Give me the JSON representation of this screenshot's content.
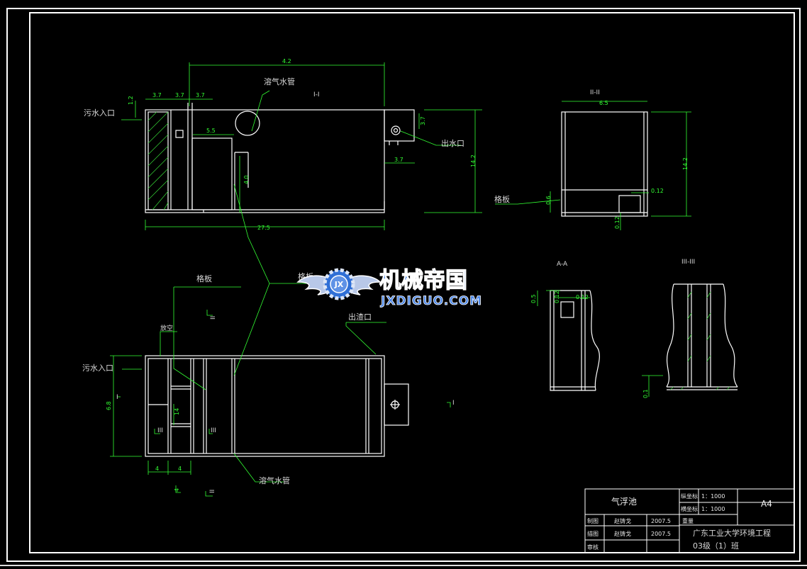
{
  "drawing": {
    "view_titles": {
      "section_1": "I-I",
      "section_2": "II-II",
      "section_a": "A-A",
      "section_3": "III-III"
    },
    "labels": {
      "inlet_top": "污水入口",
      "inlet_plan": "污水入口",
      "dissolved_air_pipe_top": "溶气水管",
      "dissolved_air_pipe_plan": "溶气水管",
      "outlet_top": "出水口",
      "outlet_plan": "出渣口",
      "grid_plate_right": "格板",
      "grid_plate_plan": "格板",
      "grid_plate_center": "格板",
      "slag_plan": "放空",
      "marker_I_left": "I",
      "marker_I_right": "I",
      "marker_II_top": "II",
      "marker_II_bottom": "II",
      "marker_III_left": "III",
      "marker_III_right": "III"
    },
    "dimensions": {
      "d_total_top": "4.2",
      "d_1_2": "1.2",
      "d_3_7a": "3.7",
      "d_3_7b": "3.7",
      "d_3_7c": "3.7",
      "d_5_5": "5.5",
      "d_4_0": "4.0",
      "d_3_7_outlet_v": "3.7",
      "d_3_7_outlet_h": "3.7",
      "d_14_2": "14.2",
      "d_27_5": "27.5",
      "d_6_5": "6.5",
      "d_14_2_b": "14.2",
      "d_0_12a": "0.12",
      "d_0_12b": "0.12",
      "d_0_6": "0.6",
      "d_0_5": "0.5",
      "d_0_12c": "0.12",
      "d_0_12d": "0.12",
      "d_0_1": "0.1",
      "d_6_8": "6.8",
      "d_plan_4a": "4",
      "d_plan_4b": "4",
      "d_plan_14": "14",
      "d_plan_4_v": "4"
    },
    "watermark": {
      "brand": "机械帝国",
      "site": "JXDIGUO.COM",
      "badge": "JX"
    }
  },
  "title_block": {
    "name": "气浮池",
    "vertical_scale_label": "纵坐标",
    "vertical_scale_value": "1：1000",
    "horizontal_scale_label": "横坐标",
    "horizontal_scale_value": "1：1000",
    "sheet_size": "A4",
    "weight_label": "重量",
    "draw_label": "制图",
    "draw_name": "赵铸戈",
    "draw_date": "2007.5",
    "drafting_label": "描图",
    "drafting_name": "赵铸戈",
    "drafting_date": "2007.5",
    "review_label": "审核",
    "org_line1": "广东工业大学环境工程",
    "org_line2": "03级（1）班"
  },
  "colors": {
    "background": "#000000",
    "frame": "#ffffff",
    "lines": "#ffffff",
    "dimensions": "#33ff33",
    "hatch": "#33cc33",
    "watermark_blue": "#2f6fd6"
  }
}
